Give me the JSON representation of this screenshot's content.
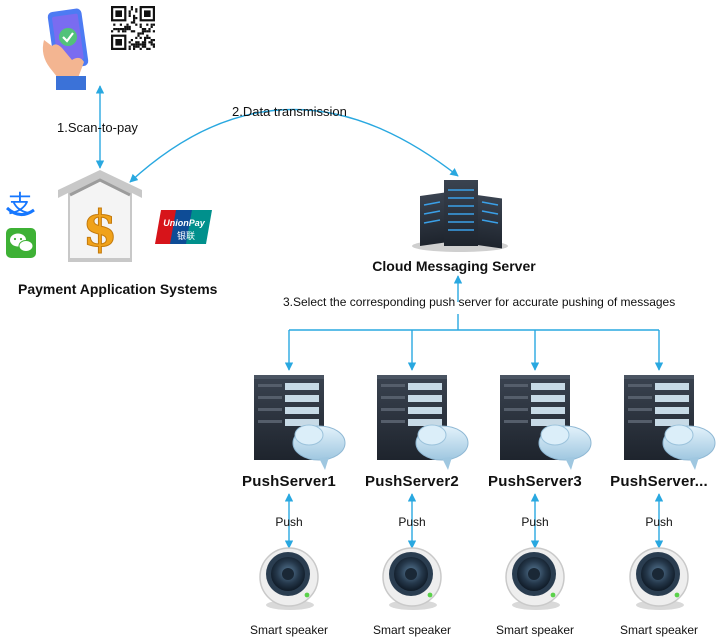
{
  "nodes": {
    "payment_systems": "Payment Application Systems",
    "cloud_server": "Cloud Messaging Server"
  },
  "edges": {
    "scan_to_pay": "1.Scan-to-pay",
    "data_transmission": "2.Data transmission",
    "select_push": "3.Select the corresponding push server for accurate pushing of messages",
    "push": "Push"
  },
  "logos": {
    "unionpay": "UnionPay",
    "unionpay_cn": "银联"
  },
  "push_servers": [
    {
      "name": "PushServer1",
      "push": "Push",
      "device": "Smart speaker"
    },
    {
      "name": "PushServer2",
      "push": "Push",
      "device": "Smart speaker"
    },
    {
      "name": "PushServer3",
      "push": "Push",
      "device": "Smart speaker"
    },
    {
      "name": "PushServer...",
      "push": "Push",
      "device": "Smart speaker"
    }
  ],
  "colors": {
    "arrow": "#29a8e0",
    "server_dark": "#2d3440",
    "server_light": "#c7dae6",
    "unionpay_red": "#d7141a",
    "unionpay_blue": "#0e4c96",
    "unionpay_teal": "#00908c",
    "wechat_green": "#3eb135",
    "phone_blue": "#4d7bf3"
  }
}
